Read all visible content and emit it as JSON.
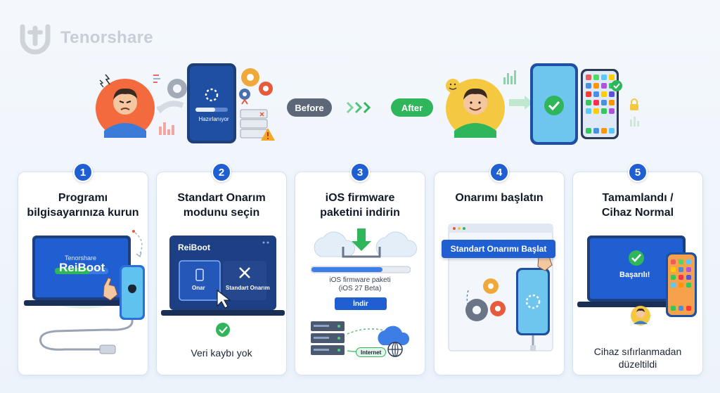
{
  "brand": {
    "name": "Tenorshare",
    "logo_icon": "tenorshare-logo-icon"
  },
  "hero": {
    "before_label": "Before",
    "after_label": "After",
    "phone_status": "Hazırlanıyor"
  },
  "steps": [
    {
      "number": "1",
      "title_line1": "Programı",
      "title_line2": "bilgisayarınıza kurun",
      "screen_brand": "Tenorshare",
      "screen_product": "ReiBoot"
    },
    {
      "number": "2",
      "title_line1": "Standart Onarım",
      "title_line2": "modunu seçin",
      "screen_product": "ReiBoot",
      "option_left": "Onar",
      "option_right": "Standart Onarım",
      "footer": "Veri kaybı yok"
    },
    {
      "number": "3",
      "title_line1": "iOS firmware",
      "title_line2": "paketini indirin",
      "package_line1": "iOS firmware paketi",
      "package_line2": "(iOS 27 Beta)",
      "download_button": "İndir",
      "network_label": "Internet"
    },
    {
      "number": "4",
      "title_line1": "Onarımı başlatın",
      "start_button": "Standart Onarımı Başlat"
    },
    {
      "number": "5",
      "title_line1": "Tamamlandı /",
      "title_line2": "Cihaz Normal",
      "screen_status": "Başarılı!",
      "footer_line1": "Cihaz sıfırlanmadan",
      "footer_line2": "düzeltildi"
    }
  ],
  "colors": {
    "primary": "#1f5fd1",
    "success": "#2fb55a",
    "before_pill": "#5c6878",
    "user_sad_bg": "#f26a3d",
    "user_happy_bg": "#f5c842"
  }
}
